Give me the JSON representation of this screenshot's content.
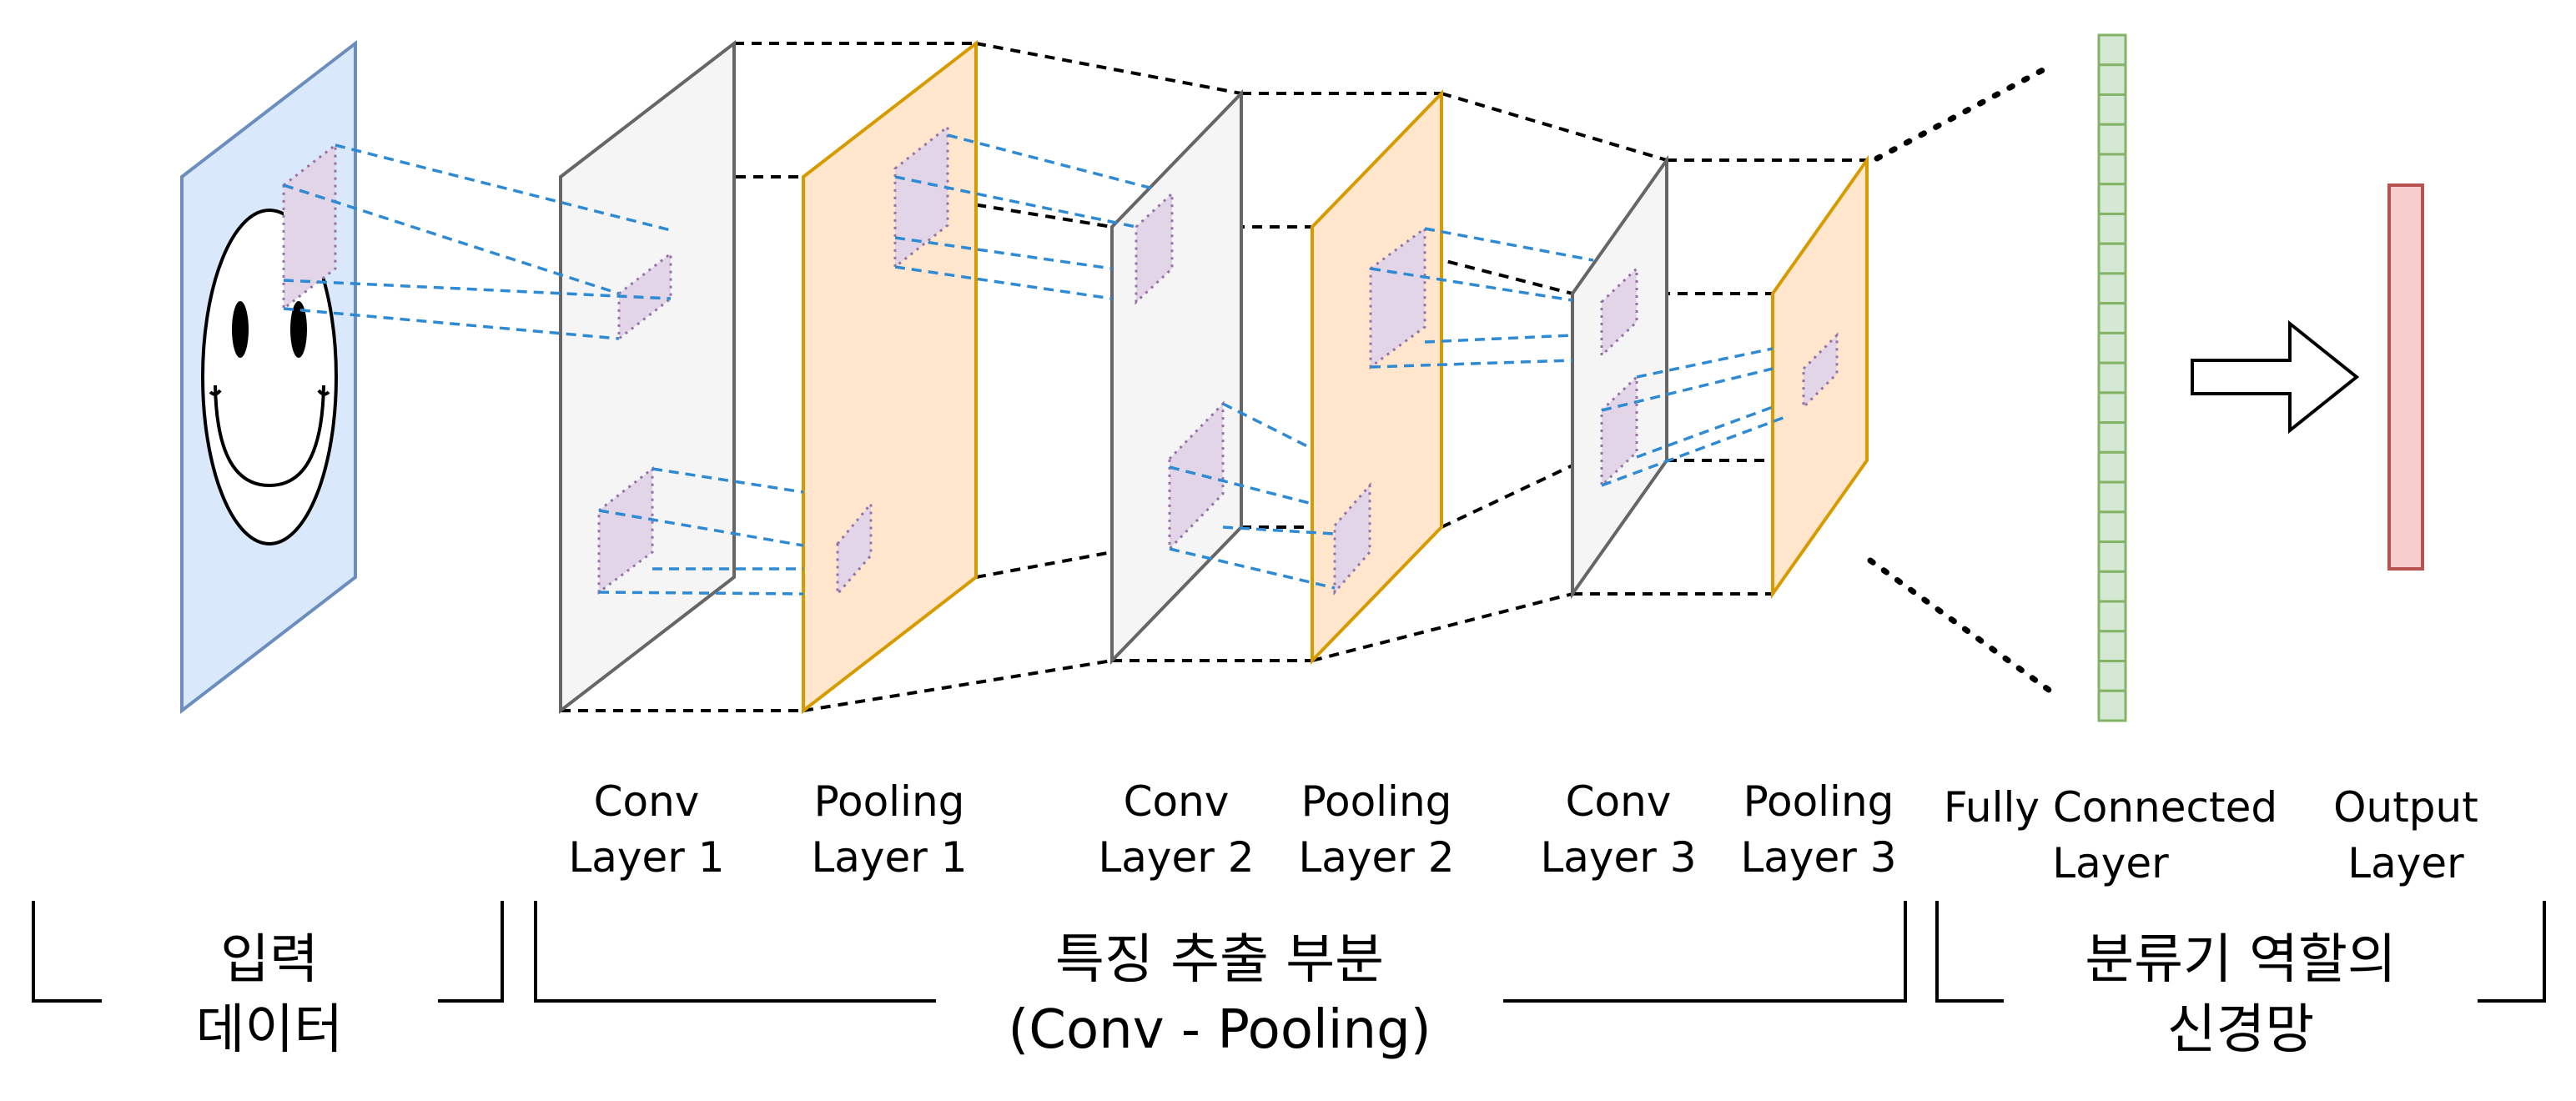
{
  "labels": {
    "conv1": [
      "Conv",
      "Layer 1"
    ],
    "pool1": [
      "Pooling",
      "Layer 1"
    ],
    "conv2": [
      "Conv",
      "Layer 2"
    ],
    "pool2": [
      "Pooling",
      "Layer 2"
    ],
    "conv3": [
      "Conv",
      "Layer 3"
    ],
    "pool3": [
      "Pooling",
      "Layer 3"
    ],
    "fc": [
      "Fully Connected",
      "Layer"
    ],
    "output": [
      "Output",
      "Layer"
    ]
  },
  "sections": {
    "input": [
      "입력",
      "데이터"
    ],
    "feature": [
      "특징 추출 부분",
      "(Conv - Pooling)"
    ],
    "classifier": [
      "분류기 역할의",
      "신경망"
    ]
  },
  "colors": {
    "input_fill": "#dae8fc",
    "input_stroke": "#6c8ebf",
    "conv_fill": "#f5f5f5",
    "conv_stroke": "#666666",
    "pool_fill": "#ffe6cc",
    "pool_stroke": "#d79b00",
    "patch_fill": "#e1d5e7",
    "patch_stroke": "#9673a6",
    "link_blue": "#2f8ad4",
    "fc_fill": "#d5e8d4",
    "fc_stroke": "#82b366",
    "out_fill": "#f8cecc",
    "out_stroke": "#b85450"
  },
  "icons": [
    "smiley-face-icon",
    "right-arrow-icon"
  ]
}
